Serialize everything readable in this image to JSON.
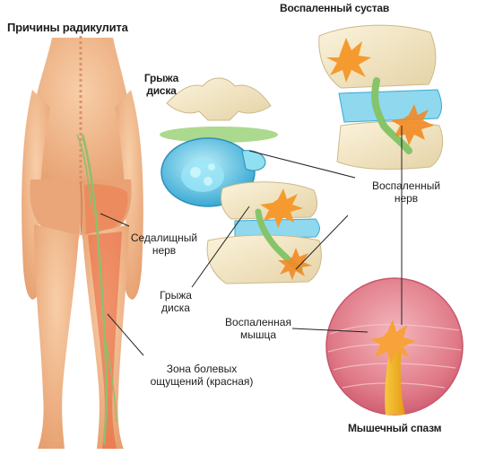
{
  "labels": {
    "title": "Причины радикулита",
    "inflamed_joint": "Воспаленный сустав",
    "disc_hernia_top_1": "Грыжа",
    "disc_hernia_top_2": "диска",
    "inflamed_nerve_1": "Воспаленный",
    "inflamed_nerve_2": "нерв",
    "sciatic_nerve_1": "Седалищный",
    "sciatic_nerve_2": "нерв",
    "disc_hernia_bottom_1": "Грыжа",
    "disc_hernia_bottom_2": "диска",
    "inflamed_muscle_1": "Воспаленная",
    "inflamed_muscle_2": "мышца",
    "pain_zone_1": "Зона болевых",
    "pain_zone_2": "ощущений (красная)",
    "muscle_spasm": "Мышечный спазм"
  },
  "colors": {
    "skin": "#f2b48a",
    "pain_zone": "#e9603a",
    "nerve": "#9cc27a",
    "bone": "#f1e6c6",
    "disc": "#5cc3e0",
    "flare": "#f7a23a",
    "muscle": "#e07a88",
    "spasm_nerve": "#f2b420"
  }
}
